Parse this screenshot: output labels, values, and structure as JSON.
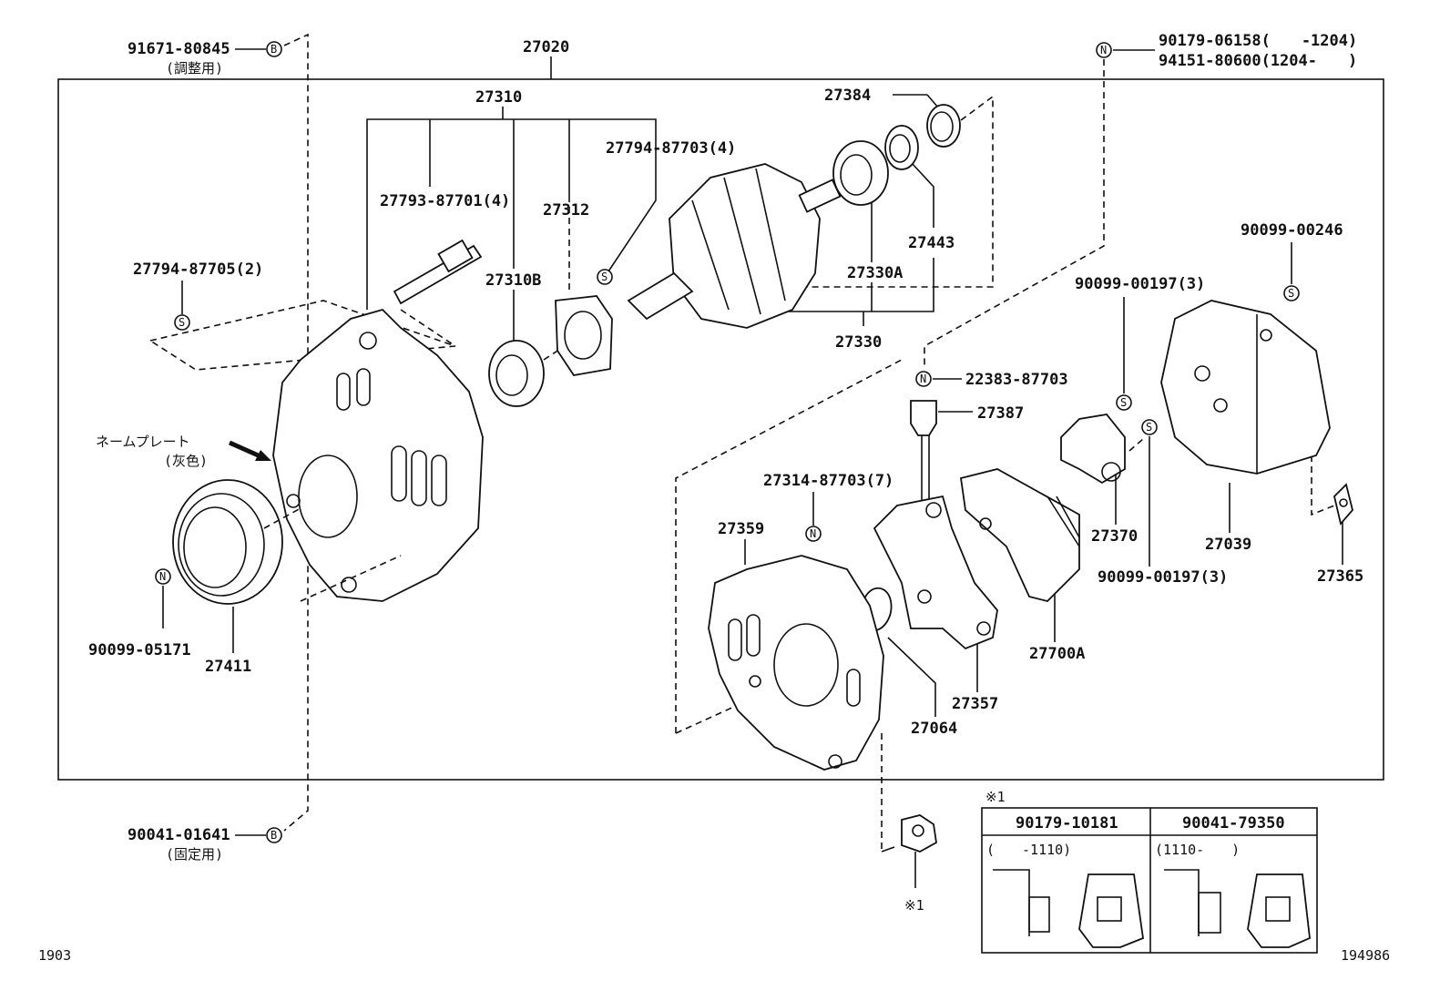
{
  "labels": {
    "l27020": "27020",
    "l27310": "27310",
    "l27384": "27384",
    "l27312": "27312",
    "l27310B": "27310B",
    "l27443": "27443",
    "l27330A": "27330A",
    "l27330": "27330",
    "l27387": "27387",
    "l27359": "27359",
    "l27370": "27370",
    "l27039": "27039",
    "l27365": "27365",
    "l27700A": "27700A",
    "l27357": "27357",
    "l27064": "27064",
    "l27411": "27411",
    "p91671": "91671-80845",
    "p91671note": "(調整用)",
    "p90179_06158": "90179-06158(　　-1204)",
    "p94151": "94151-80600(1204-　　)",
    "p27794_87703": "27794-87703(4)",
    "p27793": "27793-87701(4)",
    "p27794_87705": "27794-87705(2)",
    "p90099_00246": "90099-00246",
    "p90099_00197a": "90099-00197(3)",
    "p22383": "22383-87703",
    "p27314": "27314-87703(7)",
    "p90099_00197b": "90099-00197(3)",
    "p90099_05171": "90099-05171",
    "p90041_01641": "90041-01641",
    "p90041note": "(固定用)",
    "nameplate1": "ネームプレート",
    "nameplate2": "(灰色)",
    "ref1": "※1",
    "ref2": "※1",
    "table_h1": "90179-10181",
    "table_h2": "90041-79350",
    "table_r1": "(　　-1110)",
    "table_r2": "(1110-　　)",
    "code_left": "1903",
    "code_right": "194986"
  },
  "marks": {
    "b": "B",
    "n": "N",
    "s": "S"
  }
}
